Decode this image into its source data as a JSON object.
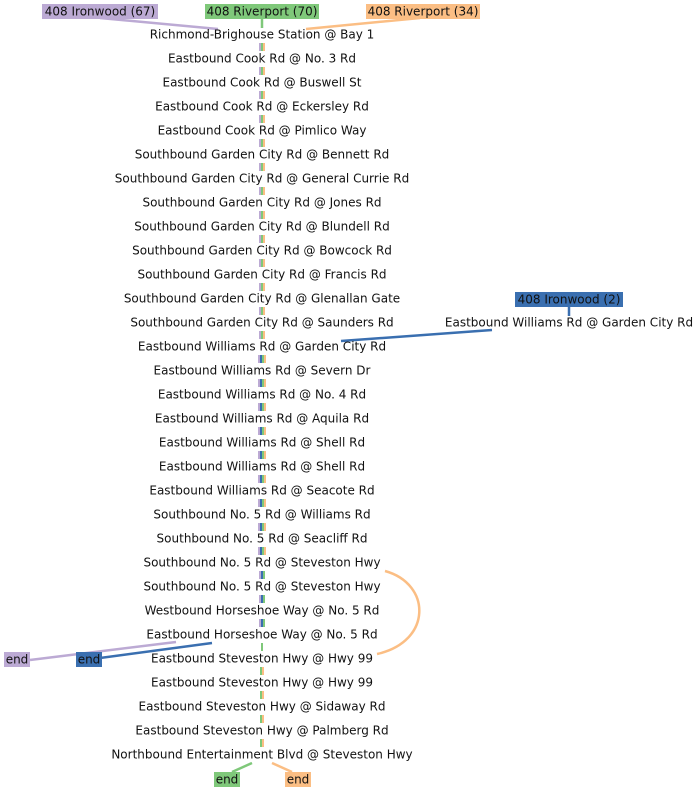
{
  "colors": {
    "purple": "#bcaad4",
    "green": "#7fc87a",
    "orange": "#fbbe84",
    "blue": "#3a6fb0"
  },
  "start_tags": [
    {
      "label": "408 Ironwood (67)",
      "color": "#bcaad4"
    },
    {
      "label": "408 Riverport (70)",
      "color": "#7fc87a"
    },
    {
      "label": "408 Riverport (34)",
      "color": "#fbbe84"
    },
    {
      "label": "408 Ironwood (2)",
      "color": "#3a6fb0"
    }
  ],
  "end_tags": [
    {
      "label": "end",
      "color": "#bcaad4"
    },
    {
      "label": "end",
      "color": "#3a6fb0"
    },
    {
      "label": "end",
      "color": "#7fc87a"
    },
    {
      "label": "end",
      "color": "#fbbe84"
    }
  ],
  "stops": [
    "Richmond-Brighouse Station @ Bay 1",
    "Eastbound Cook Rd @ No. 3 Rd",
    "Eastbound Cook Rd @ Buswell St",
    "Eastbound Cook Rd @ Eckersley Rd",
    "Eastbound Cook Rd @ Pimlico Way",
    "Southbound Garden City Rd @ Bennett Rd",
    "Southbound Garden City Rd @ General Currie Rd",
    "Southbound Garden City Rd @ Jones Rd",
    "Southbound Garden City Rd @ Blundell Rd",
    "Southbound Garden City Rd @ Bowcock Rd",
    "Southbound Garden City Rd @ Francis Rd",
    "Southbound Garden City Rd @ Glenallan Gate",
    "Southbound Garden City Rd @ Saunders Rd",
    "Eastbound Williams Rd @ Garden City Rd",
    "Eastbound Williams Rd @ Severn Dr",
    "Eastbound Williams Rd @ No. 4 Rd",
    "Eastbound Williams Rd @ Aquila Rd",
    "Eastbound Williams Rd @ Shell Rd",
    "Eastbound Williams Rd @ Shell Rd",
    "Eastbound Williams Rd @ Seacote Rd",
    "Southbound No. 5 Rd @ Williams Rd",
    "Southbound No. 5 Rd @ Seacliff Rd",
    "Southbound No. 5 Rd @ Steveston Hwy",
    "Southbound No. 5 Rd @ Steveston Hwy",
    "Westbound Horseshoe Way @ No. 5 Rd",
    "Eastbound Horseshoe Way @ No. 5 Rd",
    "Eastbound Steveston Hwy @ Hwy 99",
    "Eastbound Steveston Hwy @ Hwy 99",
    "Eastbound Steveston Hwy @ Sidaway Rd",
    "Eastbound Steveston Hwy @ Palmberg Rd",
    "Northbound Entertainment Blvd @ Steveston Hwy"
  ],
  "side_stop": "Eastbound Williams Rd @ Garden City Rd"
}
